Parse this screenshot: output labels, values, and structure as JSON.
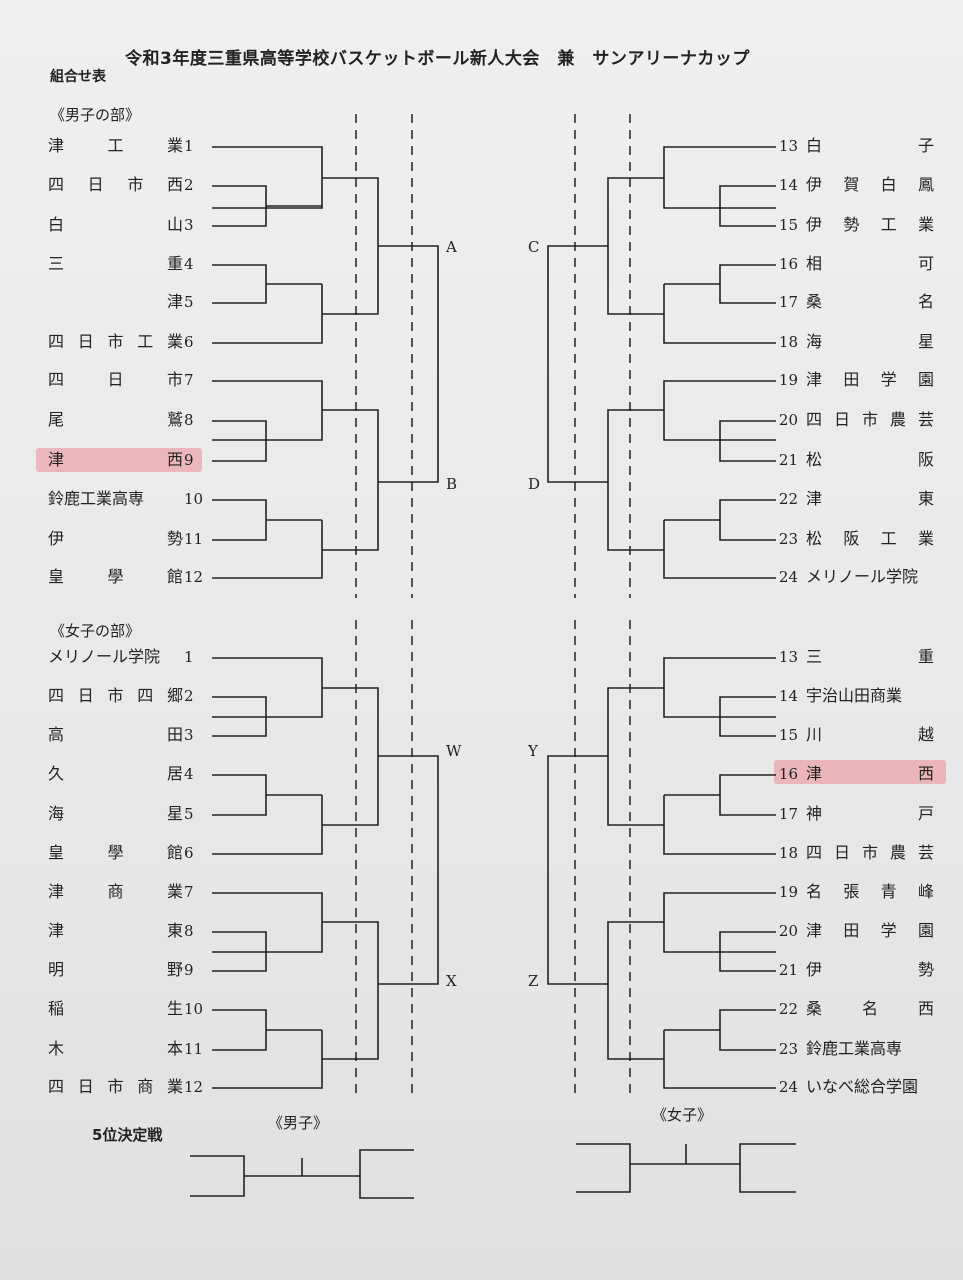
{
  "title": "令和3年度三重県高等学校バスケットボール新人大会　兼　サンアリーナカップ",
  "subtitle": "組合せ表",
  "boys": {
    "label": "《男子の部》",
    "left_teams": [
      {
        "num": "1",
        "name": "津工業"
      },
      {
        "num": "2",
        "name": "四日市西"
      },
      {
        "num": "3",
        "name": "白山"
      },
      {
        "num": "4",
        "name": "三重"
      },
      {
        "num": "5",
        "name": "津"
      },
      {
        "num": "6",
        "name": "四日市工業"
      },
      {
        "num": "7",
        "name": "四日市"
      },
      {
        "num": "8",
        "name": "尾鷲"
      },
      {
        "num": "9",
        "name": "津西"
      },
      {
        "num": "10",
        "name": "鈴鹿工業高専"
      },
      {
        "num": "11",
        "name": "伊勢"
      },
      {
        "num": "12",
        "name": "皇學館"
      }
    ],
    "right_teams": [
      {
        "num": "13",
        "name": "白子"
      },
      {
        "num": "14",
        "name": "伊賀白鳳"
      },
      {
        "num": "15",
        "name": "伊勢工業"
      },
      {
        "num": "16",
        "name": "相可"
      },
      {
        "num": "17",
        "name": "桑名"
      },
      {
        "num": "18",
        "name": "海星"
      },
      {
        "num": "19",
        "name": "津田学園"
      },
      {
        "num": "20",
        "name": "四日市農芸"
      },
      {
        "num": "21",
        "name": "松阪"
      },
      {
        "num": "22",
        "name": "津東"
      },
      {
        "num": "23",
        "name": "松阪工業"
      },
      {
        "num": "24",
        "name": "メリノール学院"
      }
    ],
    "blocks": [
      "A",
      "B",
      "C",
      "D"
    ]
  },
  "girls": {
    "label": "《女子の部》",
    "left_teams": [
      {
        "num": "1",
        "name": "メリノール学院"
      },
      {
        "num": "2",
        "name": "四日市四郷"
      },
      {
        "num": "3",
        "name": "高田"
      },
      {
        "num": "4",
        "name": "久居"
      },
      {
        "num": "5",
        "name": "海星"
      },
      {
        "num": "6",
        "name": "皇學館"
      },
      {
        "num": "7",
        "name": "津商業"
      },
      {
        "num": "8",
        "name": "津東"
      },
      {
        "num": "9",
        "name": "明野"
      },
      {
        "num": "10",
        "name": "稲生"
      },
      {
        "num": "11",
        "name": "木本"
      },
      {
        "num": "12",
        "name": "四日市商業"
      }
    ],
    "right_teams": [
      {
        "num": "13",
        "name": "三重"
      },
      {
        "num": "14",
        "name": "宇治山田商業"
      },
      {
        "num": "15",
        "name": "川越"
      },
      {
        "num": "16",
        "name": "津西"
      },
      {
        "num": "17",
        "name": "神戸"
      },
      {
        "num": "18",
        "name": "四日市農芸"
      },
      {
        "num": "19",
        "name": "名張青峰"
      },
      {
        "num": "20",
        "name": "津田学園"
      },
      {
        "num": "21",
        "name": "伊勢"
      },
      {
        "num": "22",
        "name": "桑名西"
      },
      {
        "num": "23",
        "name": "鈴鹿工業高専"
      },
      {
        "num": "24",
        "name": "いなべ総合学園"
      }
    ],
    "blocks": [
      "W",
      "X",
      "Y",
      "Z"
    ]
  },
  "fifth_place": {
    "label": "5位決定戦",
    "boys_caption": "《男子》",
    "girls_caption": "《女子》"
  },
  "highlight_color": "#f07882"
}
